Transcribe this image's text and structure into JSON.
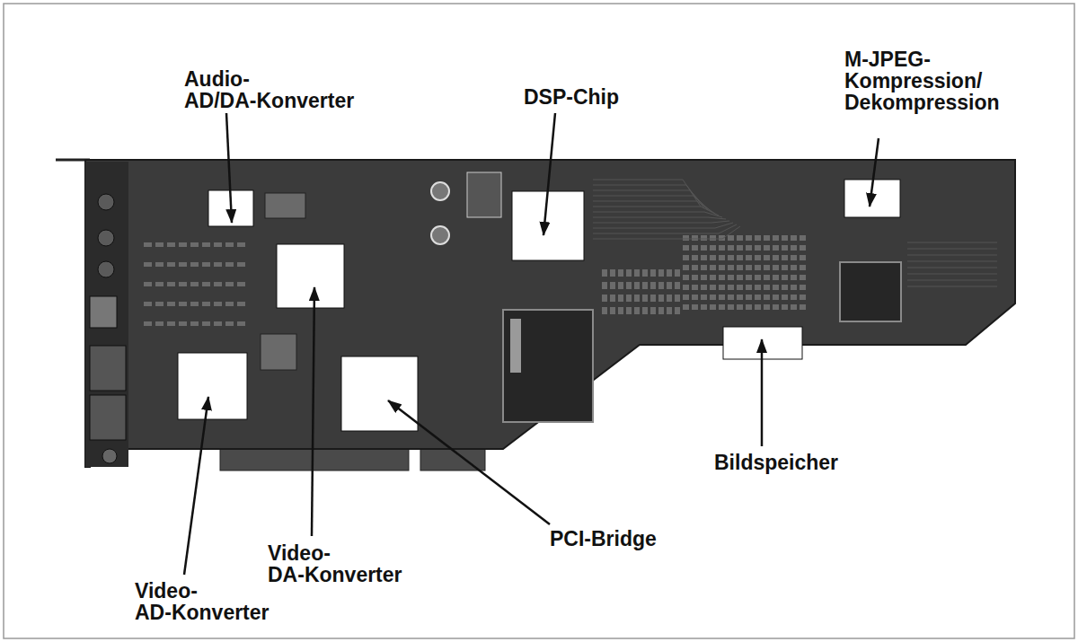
{
  "diagram": {
    "labels": [
      "Audio- AD/DA-Konverter",
      "DSP-Chip",
      "M-JPEG- Kompression/ Dekompression",
      "Bildspeicher",
      "PCI-Bridge",
      "Video- DA-Konverter",
      "Video- AD-Konverter"
    ]
  }
}
